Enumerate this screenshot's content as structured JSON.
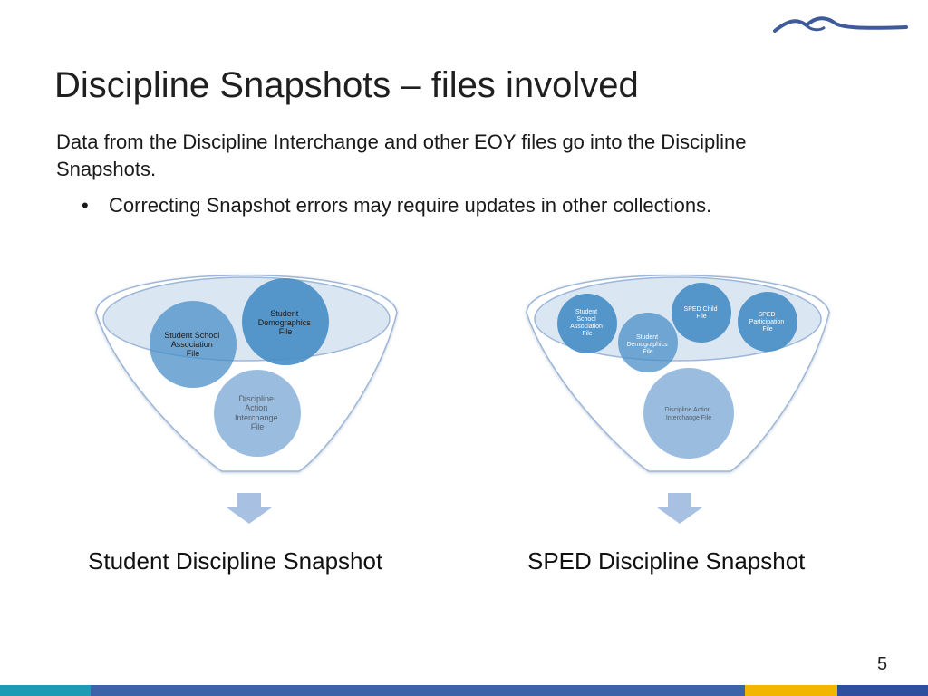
{
  "slide": {
    "title": "Discipline Snapshots – files involved",
    "intro_line_1": "Data from the Discipline Interchange and other EOY files go into the Discipline",
    "intro_line_2": "Snapshots.",
    "bullet_symbol": "•",
    "bullet_text": "Correcting Snapshot errors may require updates in other collections.",
    "page_number": "5"
  },
  "left_funnel": {
    "circles": [
      {
        "lines": [
          "Student",
          "Demographics",
          "File"
        ]
      },
      {
        "lines": [
          "Student School",
          "Association",
          "File"
        ]
      },
      {
        "lines": [
          "Discipline",
          "Action",
          "Interchange",
          "File"
        ]
      }
    ],
    "output_label": "Student Discipline Snapshot"
  },
  "right_funnel": {
    "circles": [
      {
        "lines": [
          "SPED Child",
          "File"
        ]
      },
      {
        "lines": [
          "SPED",
          "Participation",
          "File"
        ]
      },
      {
        "lines": [
          "Student",
          "School",
          "Association",
          "File"
        ]
      },
      {
        "lines": [
          "Student",
          "Demographics",
          "File"
        ]
      },
      {
        "lines": [
          "Discipline Action",
          "Interchange File"
        ]
      }
    ],
    "output_label": "SPED Discipline Snapshot"
  },
  "colors": {
    "circle_dark": "#4a8fc7",
    "circle_light": "#8fb6dc",
    "funnel_stroke": "#9db7d8",
    "arrow": "#a8c1e3",
    "footer": [
      "#1d9bb4",
      "#3a63a8",
      "#f2b600",
      "#2e4f9e"
    ]
  },
  "icons": {
    "logo": "mountain-logo-icon",
    "arrows": "down-arrow-icon"
  }
}
